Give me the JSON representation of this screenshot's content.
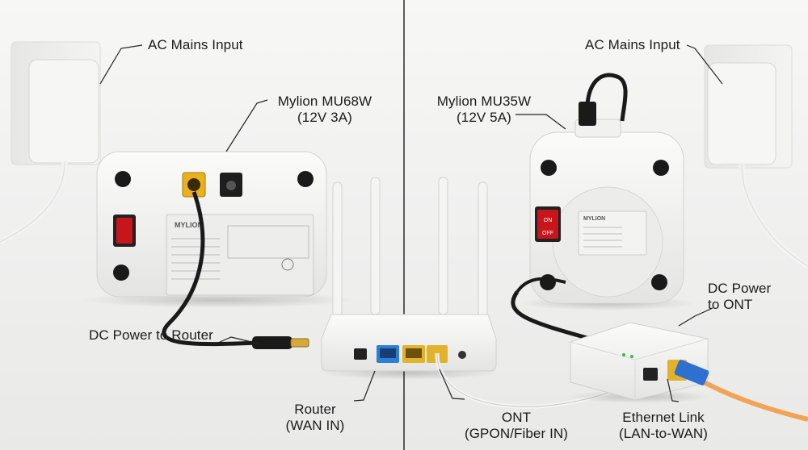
{
  "labels": {
    "ac_left": "AC Mains Input",
    "ac_right": "AC Mains Input",
    "mu68_name": "Mylion MU68W",
    "mu68_spec": "(12V 3A)",
    "mu35_name": "Mylion MU35W",
    "mu35_spec": "(12V 5A)",
    "dc_router": "DC Power to Router",
    "dc_ont_1": "DC Power",
    "dc_ont_2": "to ONT",
    "router_1": "Router",
    "router_2": "(WAN IN)",
    "ont_1": "ONT",
    "ont_2": "(GPON/Fiber IN)",
    "eth_1": "Ethernet Link",
    "eth_2": "(LAN-to-WAN)"
  },
  "device_text": {
    "mu68_brand": "MYLION",
    "mu35_brand": "MYLION",
    "switch_on": "ON",
    "switch_off": "OFF"
  },
  "colors": {
    "device_white": "#f5f5f4",
    "switch_red": "#c8141b",
    "dc_port_yellow": "#e9b21c",
    "wan_port_blue": "#2d7fd6",
    "lan_port_yellow": "#e2b22a",
    "fiber_orange": "#f2a356",
    "fiber_connector_blue": "#2f6fd0",
    "cable_black": "#1a1a1a"
  }
}
